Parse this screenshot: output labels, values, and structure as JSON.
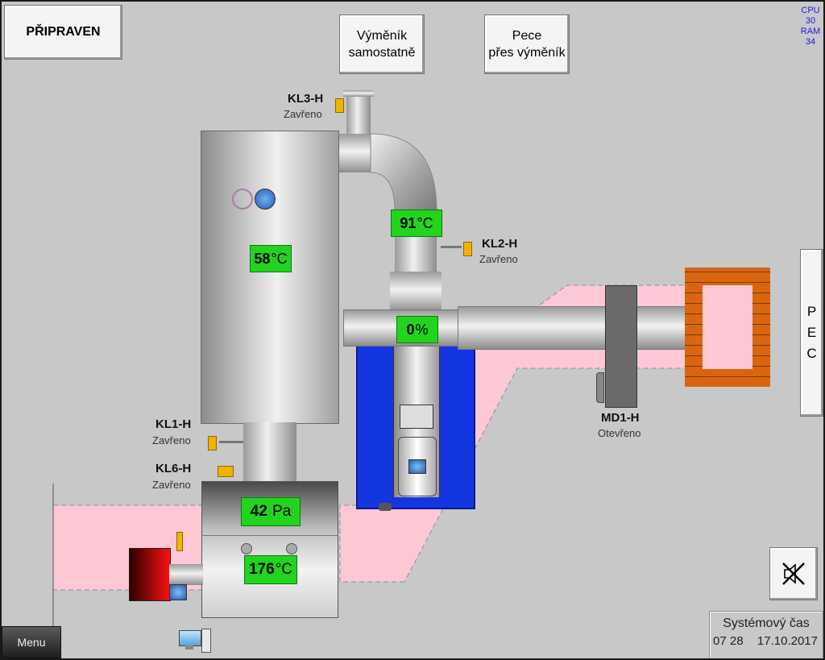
{
  "status": {
    "label": "PŘIPRAVEN"
  },
  "mode_buttons": {
    "standalone_line1": "Výměník",
    "standalone_line2": "samostatně",
    "furnace_line1": "Pece",
    "furnace_line2": "přes výměník"
  },
  "sysinfo": {
    "cpu_label": "CPU",
    "cpu_value": "30",
    "ram_label": "RAM",
    "ram_value": "34"
  },
  "valves": {
    "kl3": {
      "name": "KL3-H",
      "state": "Zavřeno"
    },
    "kl2": {
      "name": "KL2-H",
      "state": "Zavřeno"
    },
    "kl1": {
      "name": "KL1-H",
      "state": "Zavřeno"
    },
    "kl6": {
      "name": "KL6-H",
      "state": "Zavřeno"
    },
    "md1": {
      "name": "MD1-H",
      "state": "Otevřeno"
    }
  },
  "readings": {
    "duct_temp": {
      "value": "91",
      "unit": "°C"
    },
    "exchanger_temp": {
      "value": "58",
      "unit": "°C"
    },
    "fan_speed": {
      "value": "0",
      "unit": "%"
    },
    "pressure": {
      "value": "42",
      "unit": "Pa"
    },
    "box_temp": {
      "value": "176",
      "unit": "°C"
    }
  },
  "furnace_panel": {
    "letters": [
      "P",
      "E",
      "C"
    ]
  },
  "footer": {
    "menu_label": "Menu",
    "clock_title": "Systémový čas",
    "clock_time": "07 28",
    "clock_date": "17.10.2017"
  },
  "icons": {
    "mute": "speaker-muted-icon",
    "computer": "computer-icon"
  },
  "colors": {
    "ok_green": "#22d41e",
    "fan_blue": "#1436e0",
    "duct_pink": "#fcc8d4",
    "brick": "#d9660f",
    "valve_yellow": "#f0b400"
  }
}
